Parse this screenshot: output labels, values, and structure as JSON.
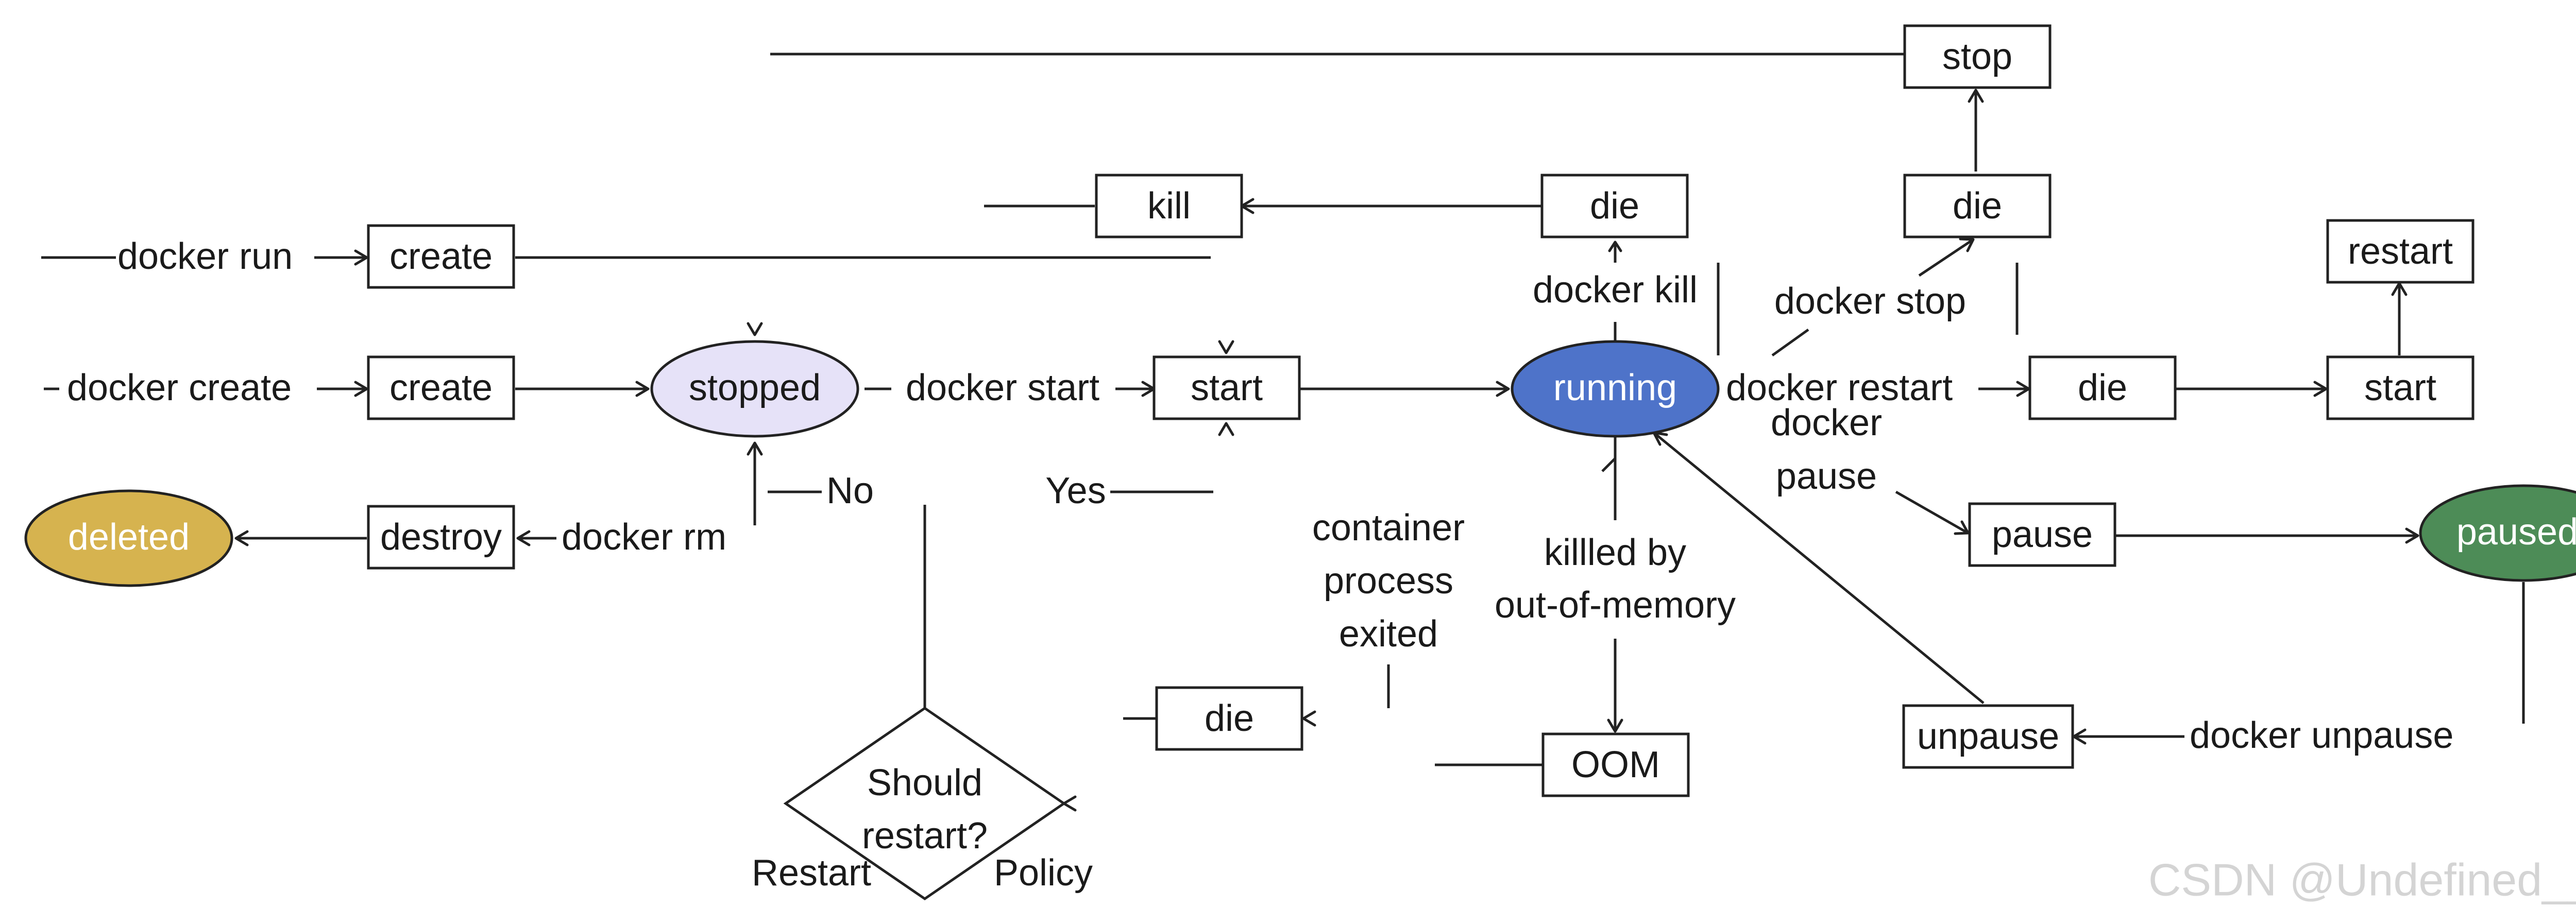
{
  "colors": {
    "stopped": "#e6e2f8",
    "running": "#4e73c9",
    "deleted": "#d6b34f",
    "paused": "#4d8c57",
    "stroke": "#222222"
  },
  "states": {
    "stopped": "stopped",
    "running": "running",
    "deleted": "deleted",
    "paused": "pausedr"
  },
  "events": {
    "create_run": "create",
    "create": "create",
    "destroy": "destroy",
    "start": "start",
    "kill": "kill",
    "die_kill": "die",
    "stop": "stop",
    "die_stop": "die",
    "restart": "restart",
    "die_restart": "die",
    "start_restart": "start",
    "pause": "pause",
    "unpause": "unpause",
    "die_exit": "die",
    "oom": "OOM"
  },
  "decision": {
    "line1": "Should",
    "line2": "restart?",
    "label_restart": "Restart",
    "label_policy": "Policy",
    "no": "No",
    "yes": "Yes"
  },
  "commands": {
    "docker_run": "docker run",
    "docker_create": "docker create",
    "docker_start": "docker start",
    "docker_rm": "docker rm",
    "docker_kill": "docker kill",
    "docker_stop": "docker stop",
    "docker_restart": "docker restart",
    "docker_pause_line1": "docker",
    "docker_pause_line2": "pause",
    "docker_unpause": "docker unpause",
    "container_exit_line1": "container",
    "container_exit_line2": "process",
    "container_exit_line3": "exited",
    "oom_kill_line1": "killled by",
    "oom_kill_line2": "out-of-memory"
  },
  "watermark": "CSDN @Undefined__yu"
}
